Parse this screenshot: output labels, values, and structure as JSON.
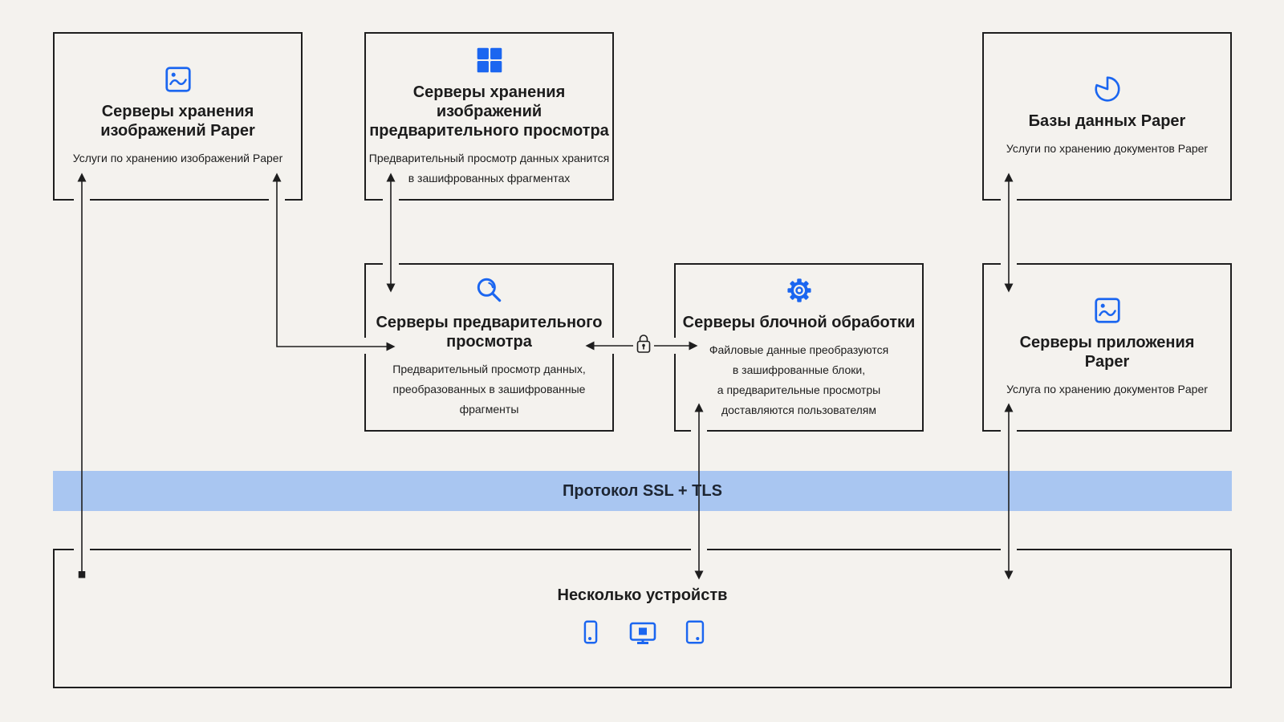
{
  "palette": {
    "background": "#f4f2ee",
    "line": "#1e1e1e",
    "accent_blue": "#1b66f0",
    "bar_blue": "#a9c6f1",
    "text": "#1c1c1c"
  },
  "boxes": {
    "image_storage": {
      "icon": "image-icon",
      "title_lines": [
        "Серверы хранения",
        "изображений Paper"
      ],
      "subtitle_lines": [
        "Услуги по хранению изображений Paper"
      ]
    },
    "preview_image_storage": {
      "icon": "grid-icon",
      "title_lines": [
        "Серверы хранения",
        "изображений",
        "предварительного просмотра"
      ],
      "subtitle_lines": [
        "Предварительный просмотр данных хранится",
        "в зашифрованных фрагментах"
      ]
    },
    "databases": {
      "icon": "pie-chart-icon",
      "title_lines": [
        "Базы данных Paper"
      ],
      "subtitle_lines": [
        "Услуги по хранению документов Paper"
      ]
    },
    "preview_servers": {
      "icon": "search-icon",
      "title_lines": [
        "Серверы предварительного",
        "просмотра"
      ],
      "subtitle_lines": [
        "Предварительный просмотр данных,",
        "преобразованных в зашифрованные",
        "фрагменты"
      ]
    },
    "block_processing": {
      "icon": "gear-icon",
      "title_lines": [
        "Серверы блочной обработки"
      ],
      "subtitle_lines": [
        "Файловые данные преобразуются",
        "в зашифрованные блоки,",
        "а предварительные просмотры",
        "доставляются пользователям"
      ]
    },
    "app_servers": {
      "icon": "image-icon",
      "title_lines": [
        "Серверы приложения",
        "Paper"
      ],
      "subtitle_lines": [
        "Услуга по хранению документов Paper"
      ]
    }
  },
  "ssl_bar": {
    "label": "Протокол SSL + TLS"
  },
  "devices": {
    "title": "Несколько устройств",
    "icons": [
      "smartphone-icon",
      "monitor-icon",
      "tablet-icon"
    ]
  },
  "connections": {
    "lock_icon": "lock-icon"
  }
}
